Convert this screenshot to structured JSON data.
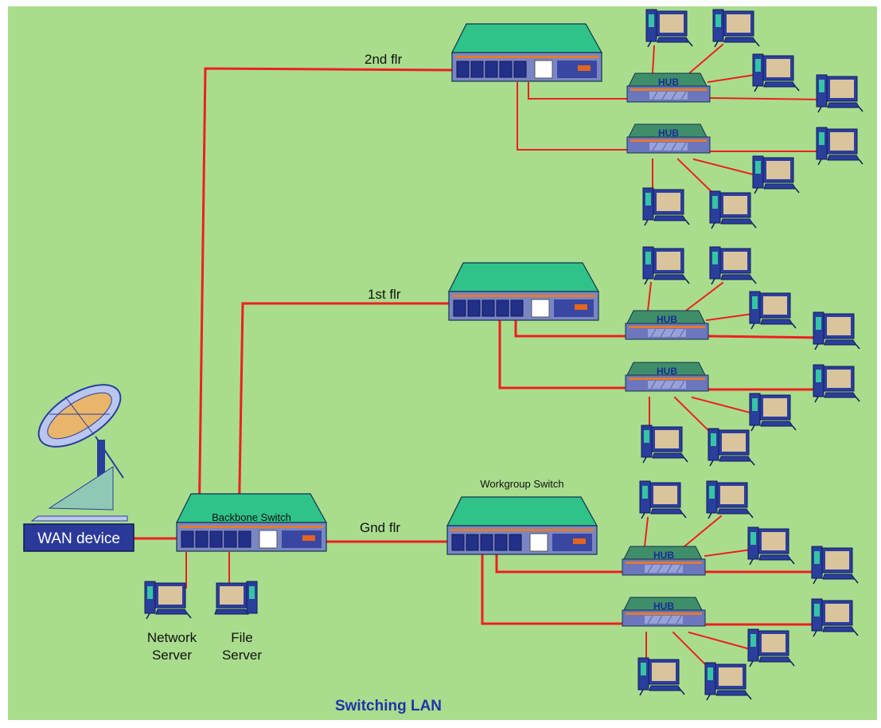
{
  "diagram": {
    "title": "Switching LAN",
    "wan_device": "WAN device",
    "backbone_switch": "Backbone Switch",
    "workgroup_switch": "Workgroup Switch",
    "hub_label": "HUB",
    "floors": [
      {
        "label": "2nd flr"
      },
      {
        "label": "1st flr"
      },
      {
        "label": "Gnd flr"
      }
    ],
    "servers": [
      {
        "line1": "Network",
        "line2": "Server"
      },
      {
        "line1": "File",
        "line2": "Server"
      }
    ]
  },
  "colors": {
    "background": "#a9dd8d",
    "link": "#ee1f1f",
    "switch_top": "#2fc38a",
    "device_face": "#7a86c4",
    "wan_box": "#2b3a9a",
    "title": "#2233aa"
  }
}
